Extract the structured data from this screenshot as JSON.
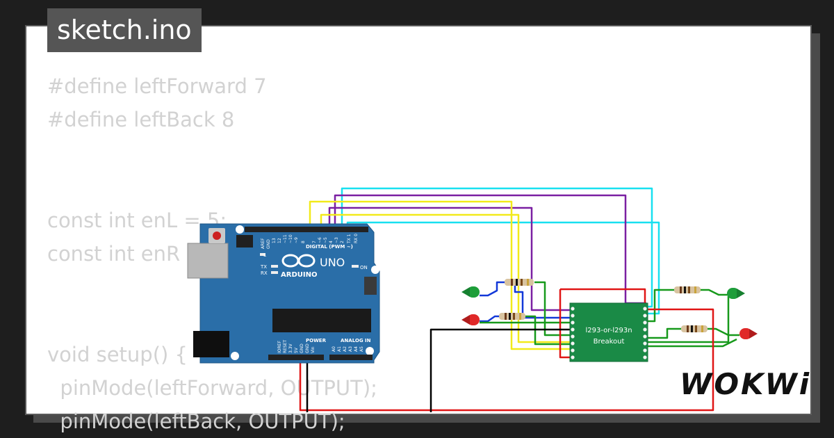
{
  "tab": {
    "title": "sketch.ino"
  },
  "code_lines": [
    "#define leftForward 7",
    "#define leftBack 8",
    "",
    "",
    "const int enL = 5;",
    "const int enR",
    "",
    "",
    "void setup() {",
    "  pinMode(leftForward, OUTPUT);",
    "  pinMode(leftBack, OUTPUT);"
  ],
  "board": {
    "brand": "ARDUINO",
    "model": "UNO",
    "digital_label": "DIGITAL (PWM ~)",
    "power_label": "POWER",
    "analog_label": "ANALOG IN",
    "on_label": "ON",
    "l_label": "L",
    "tx_label": "TX",
    "rx_label": "RX",
    "aref_label": "AREF",
    "gnd_label": "GND",
    "digital_pins": [
      "13",
      "12",
      "~11",
      "~10",
      "~9",
      "8",
      "7",
      "~6",
      "~5",
      "4",
      "~3",
      "2",
      "TX 1",
      "RX 0"
    ],
    "power_pins": [
      "IOREF",
      "RESET",
      "3.3V",
      "5V",
      "GND",
      "GND",
      "Vin"
    ],
    "analog_pins": [
      "A0",
      "A1",
      "A2",
      "A3",
      "A4",
      "A5"
    ]
  },
  "driver": {
    "line1": "l293-or-l293n",
    "line2": "Breakout"
  },
  "leds": [
    {
      "color": "green",
      "hex": "#1e9e3a"
    },
    {
      "color": "red",
      "hex": "#e02828"
    },
    {
      "color": "green",
      "hex": "#1e9e3a"
    },
    {
      "color": "red",
      "hex": "#e02828"
    }
  ],
  "wire_colors": {
    "cyan": "#18e0f0",
    "purple": "#7a1fa2",
    "yellow": "#f2ea1a",
    "blue": "#1238d8",
    "green": "#17991b",
    "red": "#e01515",
    "black": "#000000"
  },
  "brand": {
    "logo": "WOKWi"
  }
}
